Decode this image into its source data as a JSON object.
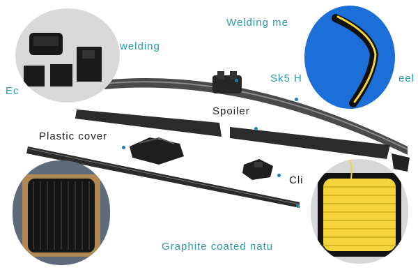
{
  "labels": {
    "welding_top": "Welding me",
    "welding_left": "welding",
    "sk5": "Sk5 H",
    "steel_suffix": "eel",
    "spoiler": "Spoiler",
    "plastic_cover": "Plastic cover",
    "clip": "Cli",
    "graphite": "Graphite coated natu",
    "ec_fragment": "Ec"
  },
  "icons": {
    "top_left_inset": "plastic-parts-icon",
    "top_right_inset": "steel-spring-icon",
    "bottom_left_inset": "black-rubber-spool-icon",
    "bottom_right_inset": "yellow-wire-spool-icon"
  },
  "colors": {
    "label_teal": "#2a98a8",
    "label_dark": "#1c1c1c",
    "part_black": "#2b2b2b",
    "inset_blue": "#1c6fd8",
    "yellow_wire": "#f4d43a"
  }
}
